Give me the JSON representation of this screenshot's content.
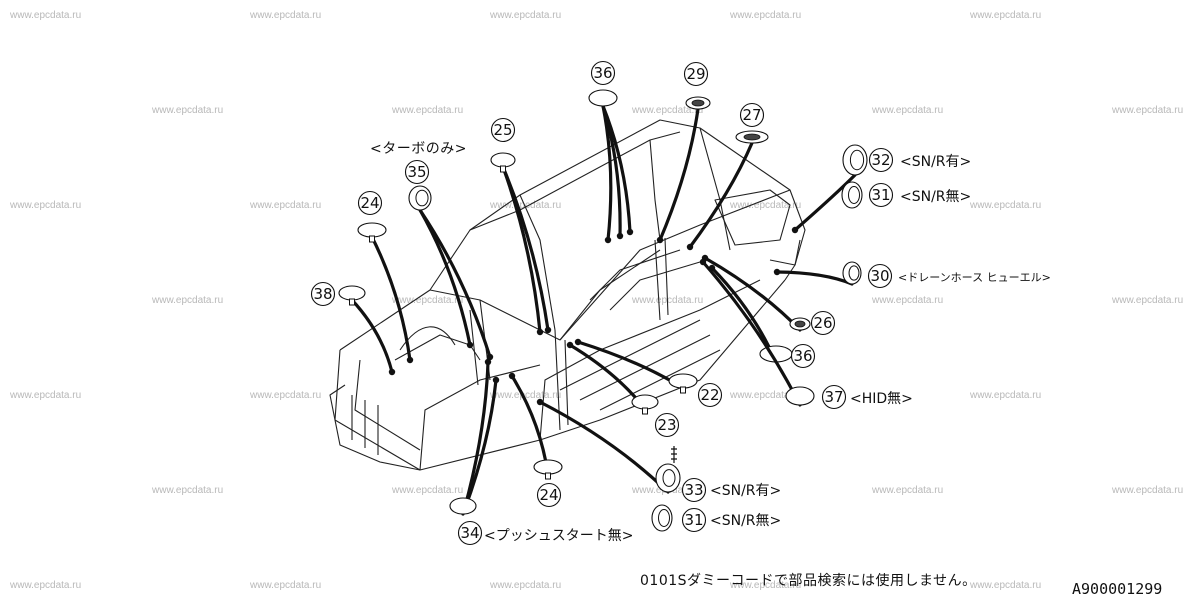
{
  "watermark": "www.epcdata.ru",
  "header_note": "<ターボのみ>",
  "footer_note": "0101Sダミーコードで部品検索には使用しません。",
  "diagram_code": "A900001299",
  "callouts": [
    {
      "id": "c36a",
      "number": "36",
      "label": ""
    },
    {
      "id": "c29",
      "number": "29",
      "label": ""
    },
    {
      "id": "c27",
      "number": "27",
      "label": ""
    },
    {
      "id": "c25",
      "number": "25",
      "label": ""
    },
    {
      "id": "c35",
      "number": "35",
      "label": ""
    },
    {
      "id": "c24a",
      "number": "24",
      "label": ""
    },
    {
      "id": "c38",
      "number": "38",
      "label": ""
    },
    {
      "id": "c32a",
      "number": "32",
      "label": "<SN/R有>"
    },
    {
      "id": "c31a",
      "number": "31",
      "label": "<SN/R無>"
    },
    {
      "id": "c30",
      "number": "30",
      "label": "<ドレーンホース ヒューエル>"
    },
    {
      "id": "c26",
      "number": "26",
      "label": ""
    },
    {
      "id": "c36b",
      "number": "36",
      "label": ""
    },
    {
      "id": "c37",
      "number": "37",
      "label": "<HID無>"
    },
    {
      "id": "c22",
      "number": "22",
      "label": ""
    },
    {
      "id": "c23",
      "number": "23",
      "label": ""
    },
    {
      "id": "c24b",
      "number": "24",
      "label": ""
    },
    {
      "id": "c33",
      "number": "33",
      "label": "<SN/R有>"
    },
    {
      "id": "c31b",
      "number": "31",
      "label": "<SN/R無>"
    },
    {
      "id": "c34",
      "number": "34",
      "label": "<プッシュスタート無>"
    }
  ]
}
